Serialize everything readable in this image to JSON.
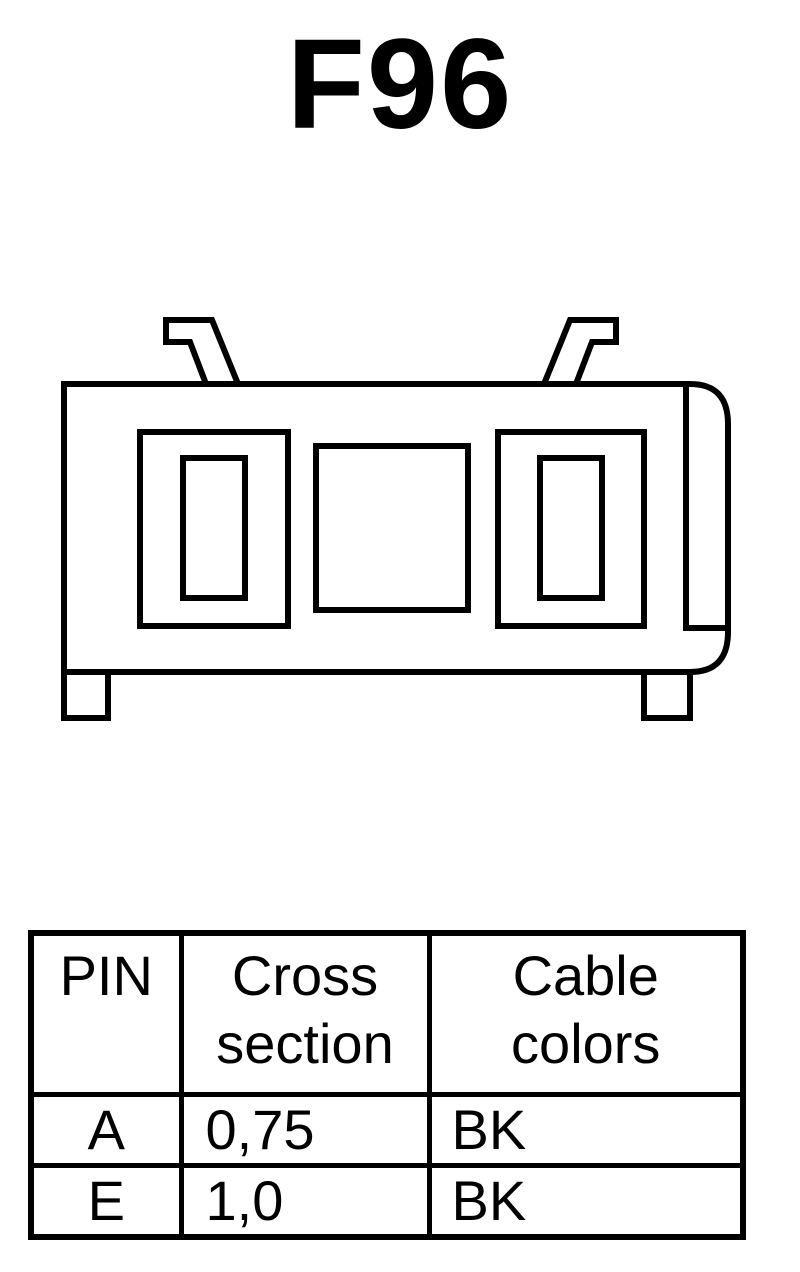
{
  "title": "F96",
  "connector": {
    "type": "2-pin connector, front view"
  },
  "table": {
    "headers": {
      "pin": "PIN",
      "cross_section_line1": "Cross",
      "cross_section_line2": "section",
      "cable_colors_line1": "Cable",
      "cable_colors_line2": "colors"
    },
    "rows": [
      {
        "pin": "A",
        "cross_section": "0,75",
        "color": "BK"
      },
      {
        "pin": "E",
        "cross_section": "1,0",
        "color": "BK"
      }
    ]
  }
}
